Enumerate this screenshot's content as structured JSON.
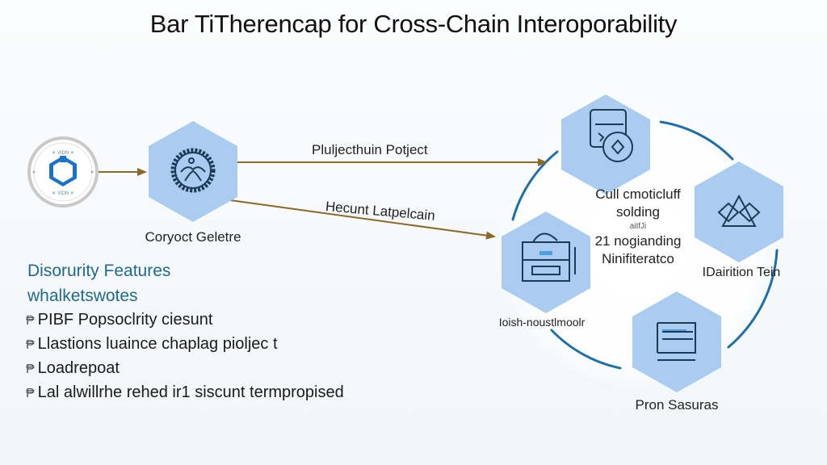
{
  "title": "Bar TiTherencap for Cross-Chain Interoporability",
  "nodes": {
    "source": {
      "label": "",
      "icon": "blockchain-hub-icon"
    },
    "gateway": {
      "label": "Coryoct Geletre",
      "icon": "gear-network-icon"
    },
    "top": {
      "label": "Cull cmoticluff\nsolding",
      "icon": "contract-coin-icon"
    },
    "right": {
      "label": "IDairition Tein",
      "icon": "triangle-diamond-icon"
    },
    "left": {
      "label": "Ioish-noustlmoolr",
      "icon": "server-dome-icon"
    },
    "bottom": {
      "label": "Pron Sasuras",
      "icon": "document-stack-icon"
    }
  },
  "edges": {
    "upper": {
      "label": "Pluljecthuin Potject"
    },
    "lower": {
      "label": "Hecunt Latpelcain"
    }
  },
  "center": {
    "line1": "Cull cmoticluff",
    "line2": "solding",
    "small": "aiIfJi",
    "line3": "21 nogianding",
    "line4": "Ninifiteratco"
  },
  "features": {
    "heading1": "Disorurity Features",
    "heading2": "whalketswotes",
    "bullet_glyph": "₱",
    "items": [
      "PIBF Popsoclrity ciesunt",
      "Llastions luaince  chaplag pioljec t",
      "Loadrepoat",
      "Lal alwillrhe rehed ir1 siscunt termpropised"
    ]
  },
  "colors": {
    "hex_fill": "#a9ccf0",
    "arrow": "#8b6a28",
    "ring": "#1f6fa8",
    "heading": "#1f6a8c",
    "icon_stroke": "#1e3a55"
  }
}
